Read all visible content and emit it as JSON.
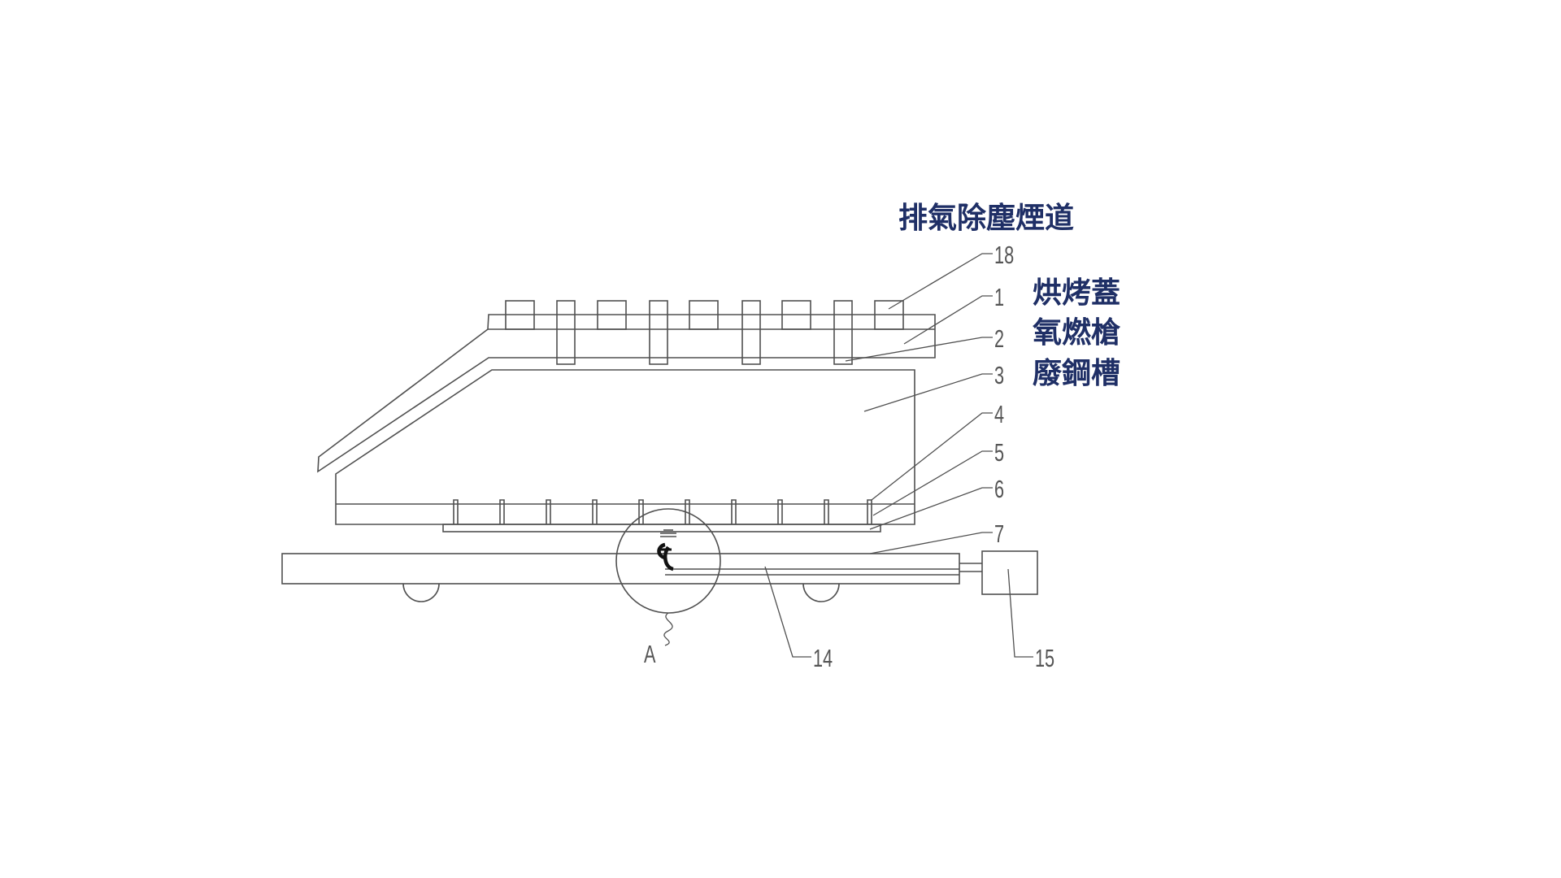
{
  "labels": {
    "exhaust": "排氣除塵煙道",
    "lid": "烘烤蓋",
    "gun": "氧燃槍",
    "tank": "廢鋼槽"
  },
  "numbers": {
    "n18": "18",
    "n1": "1",
    "n2": "2",
    "n3": "3",
    "n4": "4",
    "n5": "5",
    "n6": "6",
    "n7": "7",
    "n14": "14",
    "n15": "15",
    "a": "A"
  },
  "colors": {
    "line": "#505050",
    "label_text": "#1f2f66"
  }
}
